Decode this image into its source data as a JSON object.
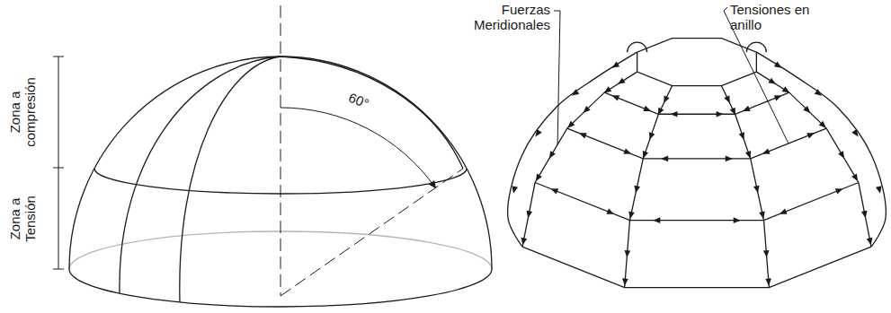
{
  "diagram": {
    "labels": [
      "Zona a compresión",
      "Zona a Tensión",
      "60°",
      "Fuerzas Meridionales",
      "Tensiones en anillo"
    ]
  }
}
